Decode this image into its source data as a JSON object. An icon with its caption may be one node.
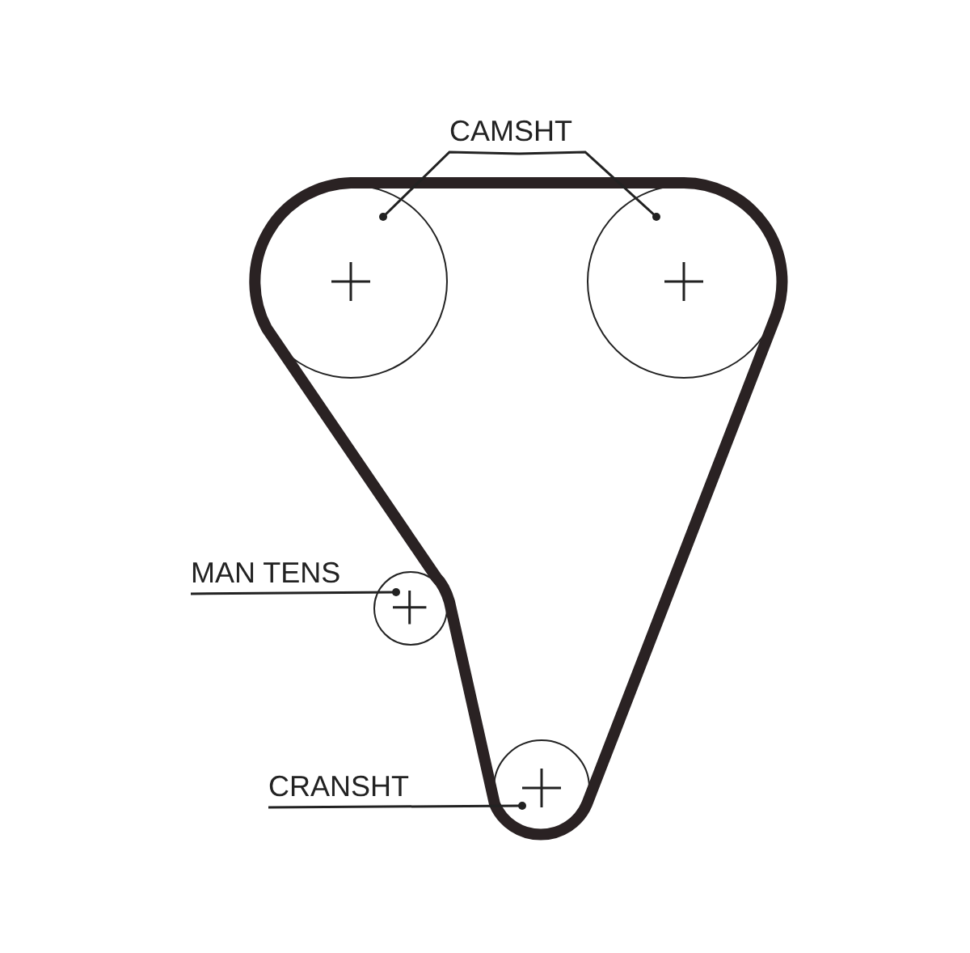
{
  "diagram": {
    "nodes": [
      {
        "text": [
          "CAMSHT"
        ]
      },
      {
        "text": [],
        "shape": "circle"
      },
      {
        "text": [],
        "shape": "circle"
      },
      {
        "text": [
          "MAN TENS"
        ]
      },
      {
        "text": [],
        "shape": "circle"
      },
      {
        "text": [
          "CRANSHT"
        ]
      },
      {
        "text": [],
        "shape": "circle"
      }
    ],
    "edges": [
      {
        "from": 0,
        "to": 1,
        "arrow": "other"
      },
      {
        "from": 0,
        "to": 2,
        "arrow": "other"
      },
      {
        "from": 3,
        "to": 4,
        "arrow": "other"
      },
      {
        "from": 5,
        "to": 6,
        "arrow": "other"
      }
    ]
  }
}
